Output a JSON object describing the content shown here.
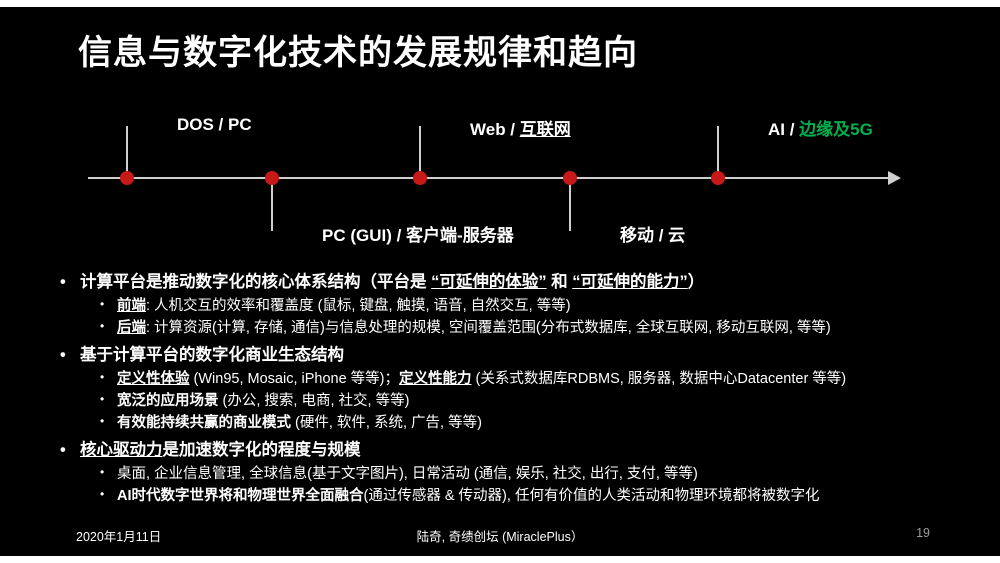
{
  "slide": {
    "title": "信息与数字化技术的发展规律和趋向",
    "footer": {
      "date": "2020年1月11日",
      "credit": "陆奇, 奇绩创坛 (MiraclePlus）",
      "page_number": "19"
    }
  },
  "timeline": {
    "line_color": "#cfcfcf",
    "dot_color": "#c81919",
    "accent_green": "#00b050",
    "milestones": [
      {
        "x_pct": 4.875,
        "side": "above",
        "label": [
          {
            "text": "DOS / PC"
          }
        ]
      },
      {
        "x_pct": 23,
        "side": "below",
        "label": [
          {
            "text": "PC (GUI) / 客户端-服务器"
          }
        ]
      },
      {
        "x_pct": 41.5,
        "side": "above",
        "label": [
          {
            "text": "Web / "
          },
          {
            "text": "互联网",
            "underline": true
          }
        ]
      },
      {
        "x_pct": 60.25,
        "side": "below",
        "label": [
          {
            "text": "移动 / 云"
          }
        ]
      },
      {
        "x_pct": 78.75,
        "side": "above",
        "label": [
          {
            "text": "AI / "
          },
          {
            "text": "边缘及5G",
            "color": "#00b050"
          }
        ]
      }
    ]
  },
  "bullets": [
    {
      "level": 1,
      "segments": [
        {
          "text": "计算平台是推动数字化的核心体系结构（平台是 "
        },
        {
          "text": "“可延伸的体验”",
          "underline": true
        },
        {
          "text": " 和 "
        },
        {
          "text": "“可延伸的能力”",
          "underline": true
        },
        {
          "text": "）"
        }
      ]
    },
    {
      "level": 2,
      "segments": [
        {
          "text": "前端",
          "bold": true,
          "underline": true
        },
        {
          "text": ": 人机交互的效率和覆盖度 (鼠标, 键盘, 触摸, 语音, 自然交互, 等等)"
        }
      ]
    },
    {
      "level": 2,
      "segments": [
        {
          "text": "后端",
          "bold": true,
          "underline": true
        },
        {
          "text": ": 计算资源(计算, 存储, 通信)与信息处理的规模, 空间覆盖范围(分布式数据库, 全球互联网, 移动互联网, 等等)"
        }
      ]
    },
    {
      "level": 1,
      "segments": [
        {
          "text": "基于计算平台的数字化商业生态结构"
        }
      ]
    },
    {
      "level": 2,
      "segments": [
        {
          "text": "定义性体验",
          "bold": true,
          "underline": true
        },
        {
          "text": " (Win95, Mosaic, iPhone 等等)；"
        },
        {
          "text": "定义性能力",
          "bold": true,
          "underline": true
        },
        {
          "text": " (关系式数据库RDBMS, 服务器, 数据中心Datacenter 等等)"
        }
      ]
    },
    {
      "level": 2,
      "segments": [
        {
          "text": "宽泛的应用场景",
          "bold": true
        },
        {
          "text": " (办公, 搜索, 电商, 社交,  等等)"
        }
      ]
    },
    {
      "level": 2,
      "segments": [
        {
          "text": "有效能持续共赢的商业模式",
          "bold": true
        },
        {
          "text": " (硬件, 软件, 系统, 广告, 等等)"
        }
      ]
    },
    {
      "level": 1,
      "segments": [
        {
          "text": "核心驱动力",
          "underline": true
        },
        {
          "text": "是加速数字化的程度与规模"
        }
      ]
    },
    {
      "level": 2,
      "segments": [
        {
          "text": "桌面, 企业信息管理, 全球信息(基于文字图片), 日常活动 (通信, 娱乐, 社交, 出行, 支付, 等等)"
        }
      ]
    },
    {
      "level": 2,
      "segments": [
        {
          "text": "AI时代数字世界将和物理世界全面融合",
          "bold": true
        },
        {
          "text": "(通过传感器 & 传动器), 任何有价值的人类活动和物理环境都将被数字化"
        }
      ]
    }
  ]
}
